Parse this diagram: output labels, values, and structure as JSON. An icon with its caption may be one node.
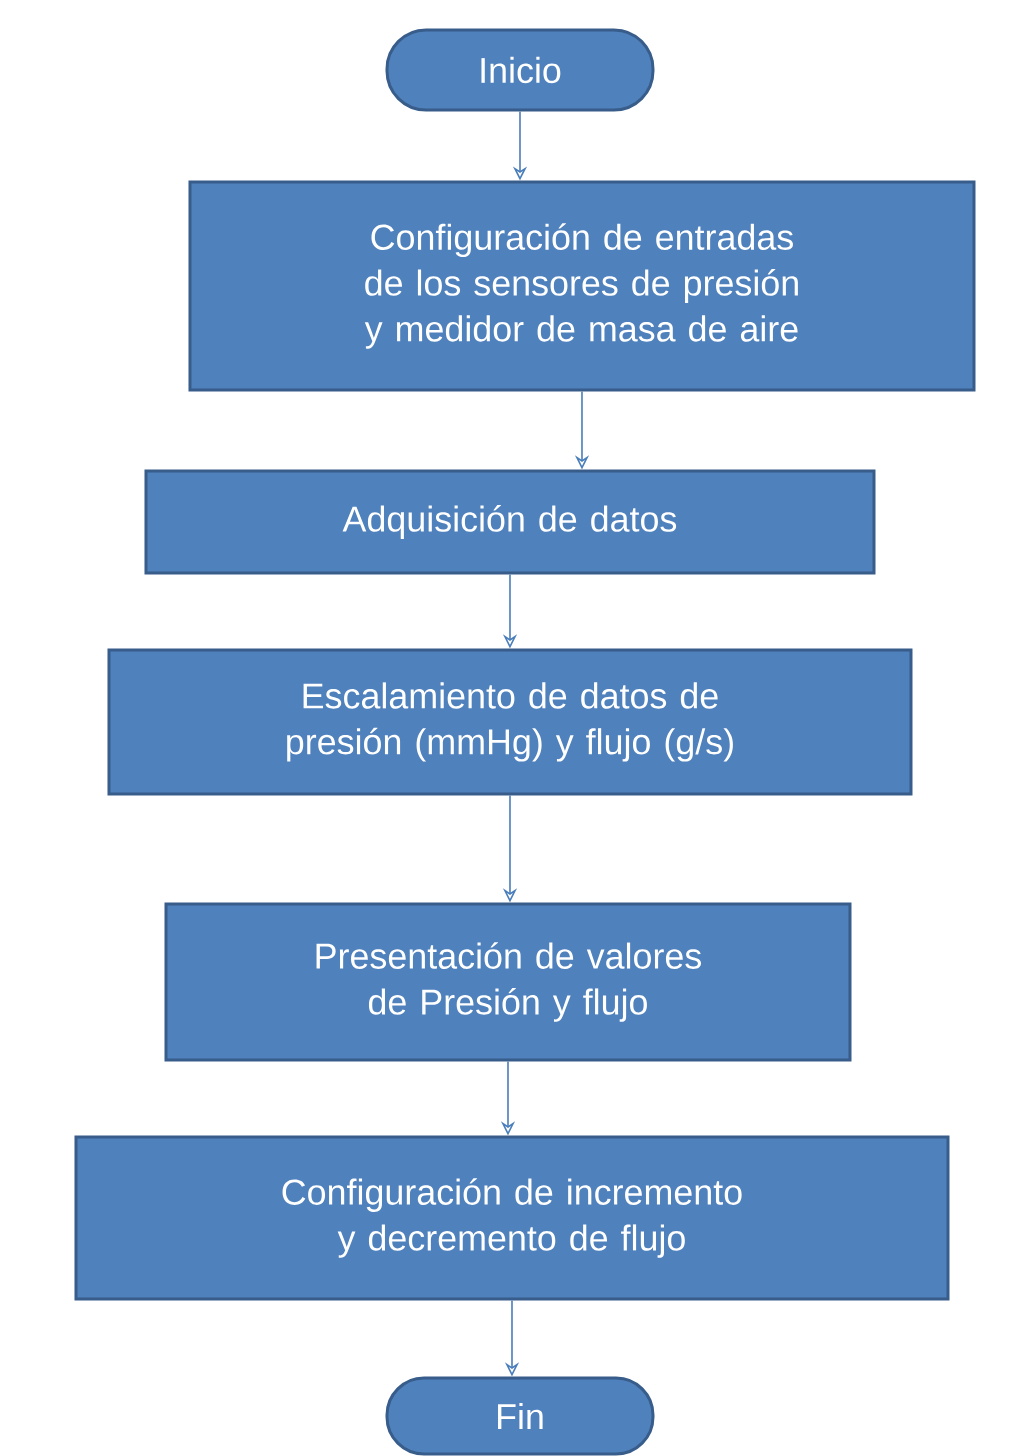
{
  "diagram": {
    "nodes": [
      {
        "text": [
          "Inicio"
        ]
      },
      {
        "text": [
          "Configuración de entradas de los sensores de presión y medidor de masa de aire"
        ]
      },
      {
        "text": [
          "Adquisición de datos"
        ]
      },
      {
        "text": [
          "Escalamiento de datos de presión (mmHg)  y flujo (g/s)"
        ]
      },
      {
        "text": [
          "Presentación de valores de Presión y flujo"
        ]
      },
      {
        "text": [
          "Configuración de incremento y decremento de flujo"
        ]
      },
      {
        "text": [
          "Fin"
        ]
      }
    ],
    "edges": [
      {
        "from": 0,
        "to": 1,
        "arrow": "to"
      },
      {
        "from": 1,
        "to": 2,
        "arrow": "to"
      },
      {
        "from": 2,
        "to": 3,
        "arrow": "to"
      },
      {
        "from": 3,
        "to": 4,
        "arrow": "to"
      },
      {
        "from": 4,
        "to": 5,
        "arrow": "to"
      },
      {
        "from": 5,
        "to": 6,
        "arrow": "to"
      }
    ]
  }
}
